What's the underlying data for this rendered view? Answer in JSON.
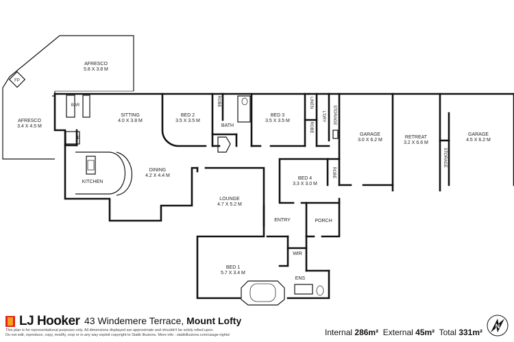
{
  "rooms": {
    "afresco_top": {
      "name": "AFRESCO",
      "size": "5.8 X 3.8 M"
    },
    "afresco_left": {
      "name": "AFRESCO",
      "size": "3.4 X 4.5 M"
    },
    "fp": "FP",
    "bar": "BAR",
    "pantry": "P",
    "sitting": {
      "name": "SITTING",
      "size": "4.0 X 3.8 M"
    },
    "kitchen": "KITCHEN",
    "dining": {
      "name": "DINING",
      "size": "4.2 X 4.4 M"
    },
    "bed2": {
      "name": "BED 2",
      "size": "3.5 X 3.5 M"
    },
    "robe1": "ROBE",
    "bath": "BATH",
    "bed3": {
      "name": "BED 3",
      "size": "3.5 X 3.5 M"
    },
    "linen": "LINEN",
    "robe2": "ROBE",
    "ldry": "L'DRY",
    "storage1": "STORAGE",
    "garage1": {
      "name": "GARAGE",
      "size": "3.0 X 6.2 M"
    },
    "retreat": {
      "name": "RETREAT",
      "size": "3.2 X 6.6 M"
    },
    "garage2": {
      "name": "GARAGE",
      "size": "4.5 X 6.2 M"
    },
    "storage2": "STORAGE",
    "bed4": {
      "name": "BED 4",
      "size": "3.3 X 3.0 M"
    },
    "robe3": "ROBE",
    "lounge": {
      "name": "LOUNGE",
      "size": "4.7 X 5.2 M"
    },
    "entry": "ENTRY",
    "porch": "PORCH",
    "wir": "WIR",
    "bed1": {
      "name": "BED 1",
      "size": "5.7 X 3.4 M"
    },
    "ens": "ENS"
  },
  "footer": {
    "brand": "LJ Hooker",
    "address_street": "43 Windemere Terrace, ",
    "address_suburb": "Mount Lofty",
    "disclaimer_line1": "This plan is for representational purposes only. All dimensions displayed are approximate and shouldn't be solely relied upon.",
    "disclaimer_line2": "Do not edit, reproduce, copy, modify, crop or in any way exploit copyright to Statik Illusions. More info : statikillusions.com/usage-rights/",
    "internal_label": "Internal",
    "internal_value": "286m²",
    "external_label": "External",
    "external_value": "45m²",
    "total_label": "Total",
    "total_value": "331m²",
    "compass_letter": "N"
  }
}
